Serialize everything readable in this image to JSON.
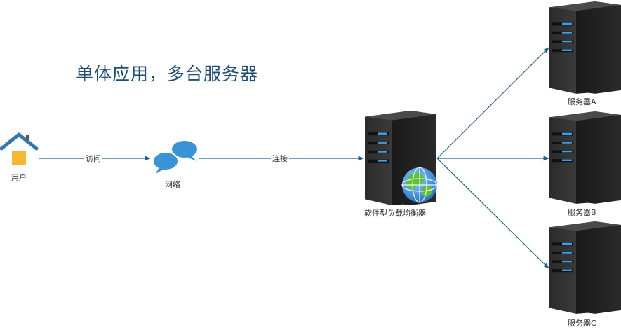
{
  "title": "单体应用，多台服务器",
  "nodes": {
    "user": {
      "label": "用户",
      "icon": "house-icon"
    },
    "network": {
      "label": "网络",
      "icon": "chat-bubbles-icon"
    },
    "load_balancer": {
      "label": "软件型负载均衡器",
      "icon": "server-globe-icon"
    },
    "server_a": {
      "label": "服务器A",
      "icon": "server-icon"
    },
    "server_b": {
      "label": "服务器B",
      "icon": "server-icon"
    },
    "server_c": {
      "label": "服务器C",
      "icon": "server-icon"
    }
  },
  "edges": {
    "user_to_network": {
      "label": "访问"
    },
    "network_to_lb": {
      "label": "连接"
    }
  },
  "colors": {
    "title": "#1f4e79",
    "edge": "#1f5f8b",
    "server_led": "#3aa0e8",
    "bubble": "#3a93d6",
    "house_roof": "#2f77b5",
    "house_body": "#f7b731"
  }
}
